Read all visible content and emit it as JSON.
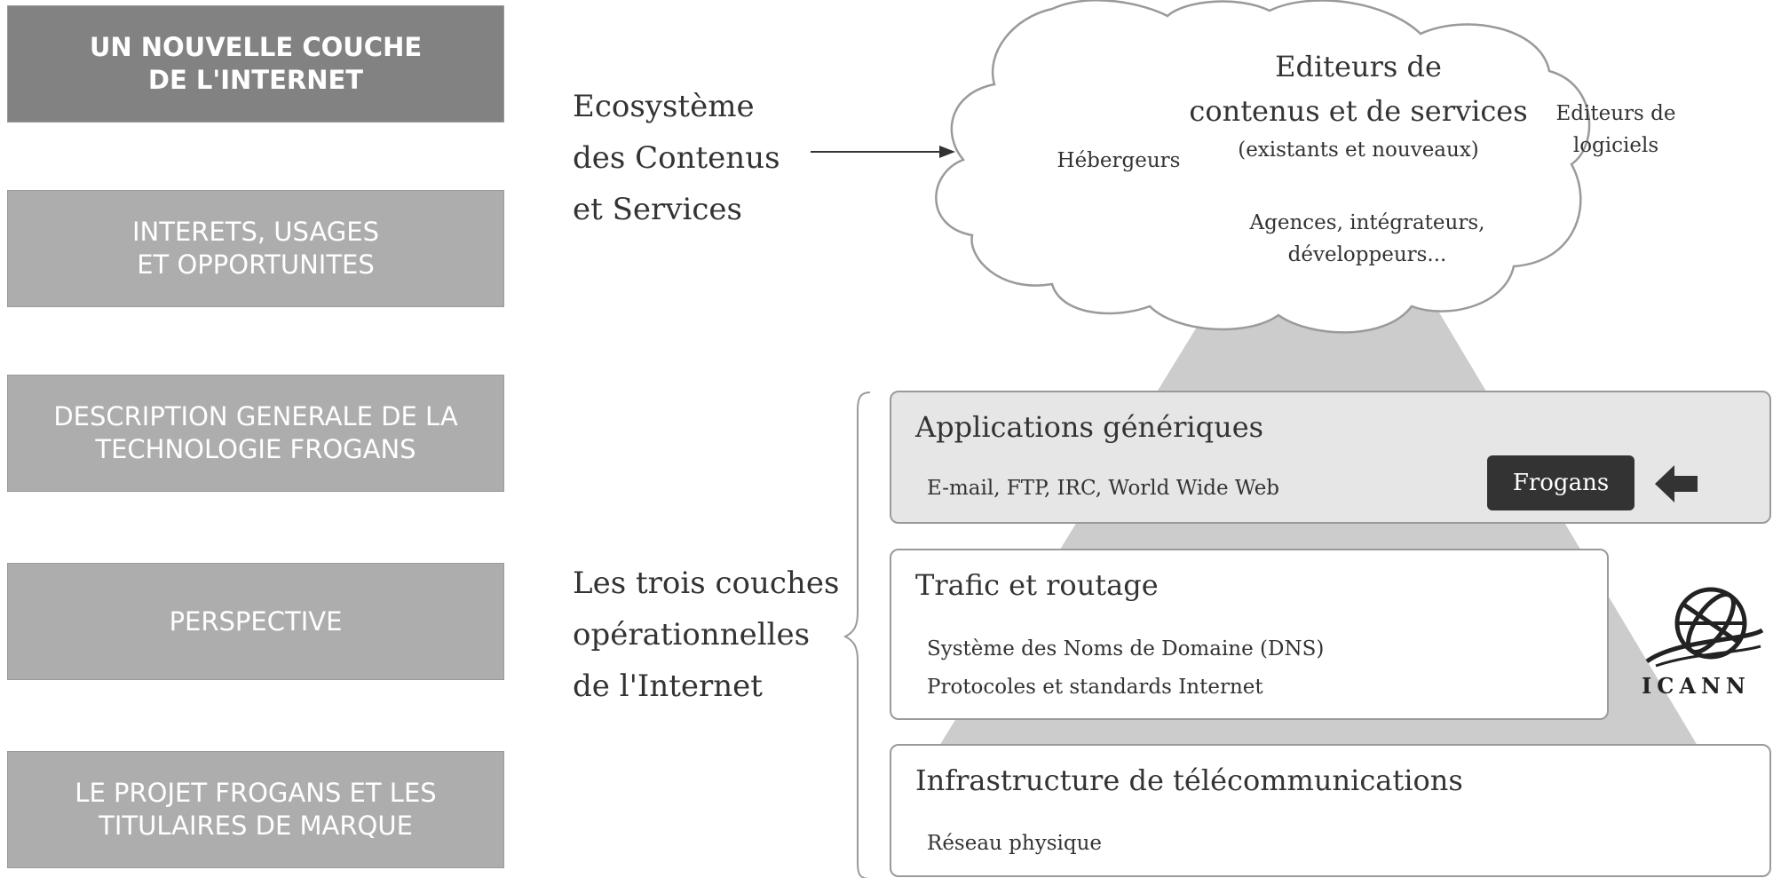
{
  "nav": {
    "items": [
      {
        "label": "UN NOUVELLE COUCHE\nDE L'INTERNET",
        "active": true
      },
      {
        "label": "INTERETS, USAGES\nET OPPORTUNITES",
        "active": false
      },
      {
        "label": "DESCRIPTION GENERALE DE LA\nTECHNOLOGIE FROGANS",
        "active": false
      },
      {
        "label": "PERSPECTIVE",
        "active": false
      },
      {
        "label": "LE PROJET FROGANS ET LES\nTITULAIRES DE MARQUE",
        "active": false
      }
    ]
  },
  "diagram": {
    "ecosystem_label": "Ecosystème\ndes Contenus\net Services",
    "layers_label": "Les trois couches\nopérationnelles\nde l'Internet",
    "cloud": {
      "editeurs_title": "Editeurs de\ncontenus et de services",
      "editeurs_sub": "(existants et nouveaux)",
      "hebergeurs": "Hébergeurs",
      "editeurs_logiciels": "Editeurs de\nlogiciels",
      "agences": "Agences, intégrateurs,\ndéveloppeurs..."
    },
    "layers": {
      "applications": {
        "title": "Applications génériques",
        "sub": "E-mail, FTP, IRC, World Wide Web"
      },
      "trafic": {
        "title": "Trafic et routage",
        "sub1": "Système des Noms de Domaine (DNS)",
        "sub2": "Protocoles et standards Internet"
      },
      "infra": {
        "title": "Infrastructure de télécommunications",
        "sub": "Réseau physique"
      }
    },
    "frogans_badge": "Frogans",
    "icann_logo_text": "ICANN"
  },
  "colors": {
    "nav_active": "#828282",
    "nav_inactive": "#adadad",
    "pyramid": "#cccccc",
    "frogans_badge": "#333333"
  }
}
